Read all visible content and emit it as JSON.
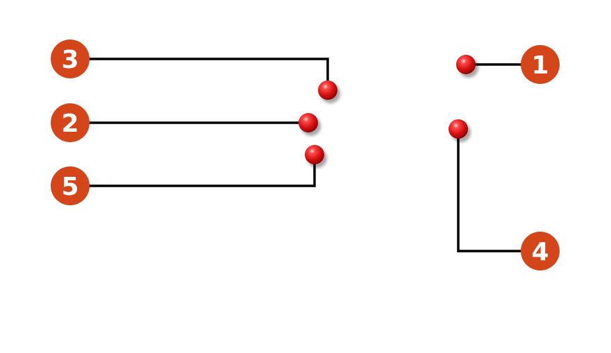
{
  "colors": {
    "badge": "#d4451a",
    "marker": "#d01010",
    "line": "#000000",
    "background": "#ffffff"
  },
  "callouts": [
    {
      "label": "1"
    },
    {
      "label": "2"
    },
    {
      "label": "3"
    },
    {
      "label": "4"
    },
    {
      "label": "5"
    }
  ]
}
